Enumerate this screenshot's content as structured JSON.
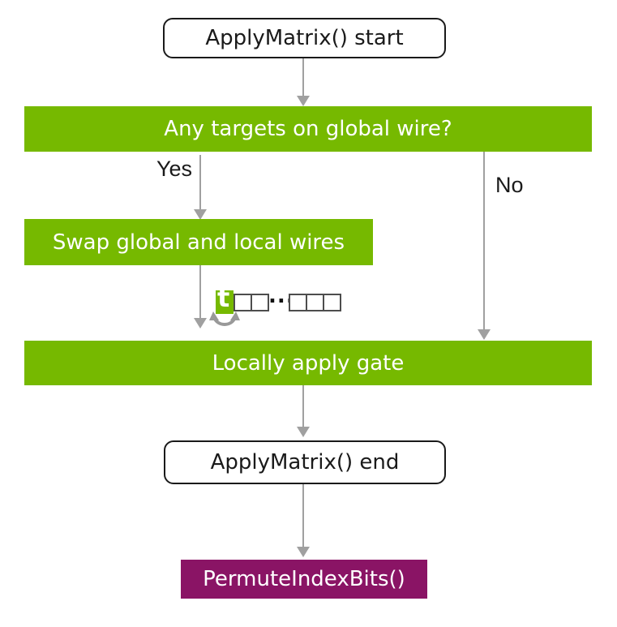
{
  "nodes": {
    "start": {
      "label": "ApplyMatrix() start",
      "fill": "#ffffff"
    },
    "question": {
      "label": "Any targets on global wire?",
      "fill": "#76b900"
    },
    "swap": {
      "label": "Swap global and local wires",
      "fill": "#76b900"
    },
    "apply_gate": {
      "label": "Locally apply gate",
      "fill": "#76b900"
    },
    "end": {
      "label": "ApplyMatrix() end",
      "fill": "#ffffff"
    },
    "permute": {
      "label": "PermuteIndexBits()",
      "fill": "#8a1465"
    }
  },
  "edges": {
    "yes_label": "Yes",
    "no_label": "No"
  },
  "wire_diagram": {
    "target_cell": "t",
    "ellipsis": "...",
    "left_cell_count": 2,
    "right_cell_count": 3,
    "swap_icon": "curved-swap-arrow"
  },
  "colors": {
    "green": "#76b900",
    "purple": "#8a1465",
    "arrow_gray": "#a0a0a0",
    "box_border": "#1a1a1a",
    "cell_border": "#4d4d4d",
    "text_on_fill": "#ffffff",
    "label_text": "#1a1a1a"
  }
}
